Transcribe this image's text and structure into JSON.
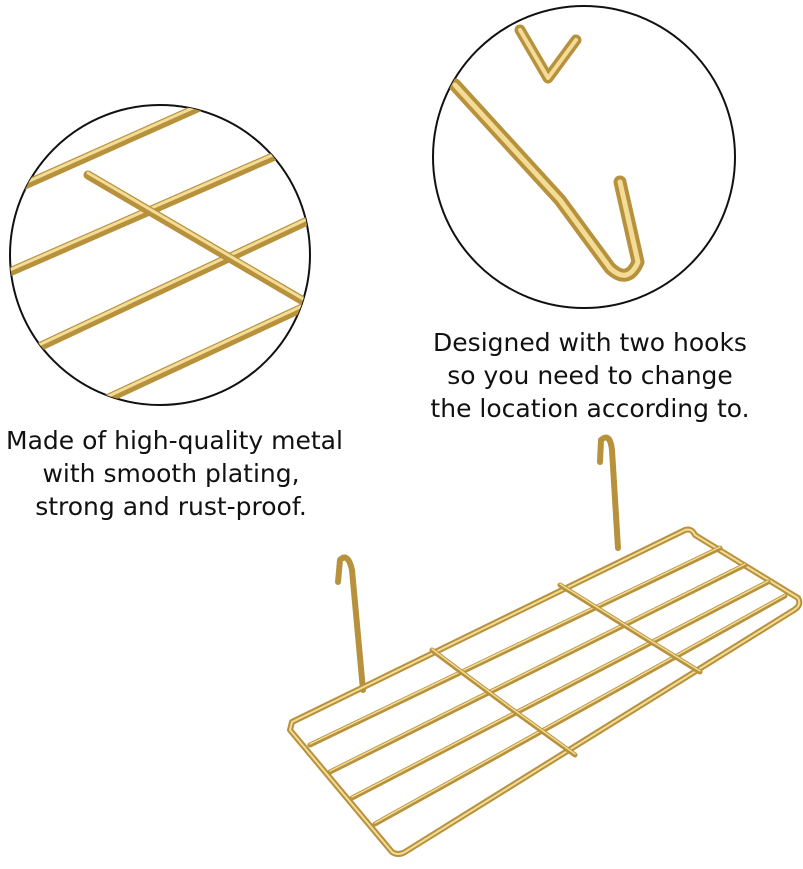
{
  "captions": {
    "left": {
      "line1": "Made of high-quality metal",
      "line2": "with smooth plating,",
      "line3": "strong and rust-proof."
    },
    "right": {
      "line1": "Designed with two hooks",
      "line2": "so you need to change",
      "line3": "the location according to."
    }
  },
  "colors": {
    "gold": "#c9a24a",
    "gold_light": "#f0d98a",
    "gold_dark": "#8f6f25",
    "circle_outline": "#111111",
    "background": "#ffffff",
    "text": "#111111"
  }
}
